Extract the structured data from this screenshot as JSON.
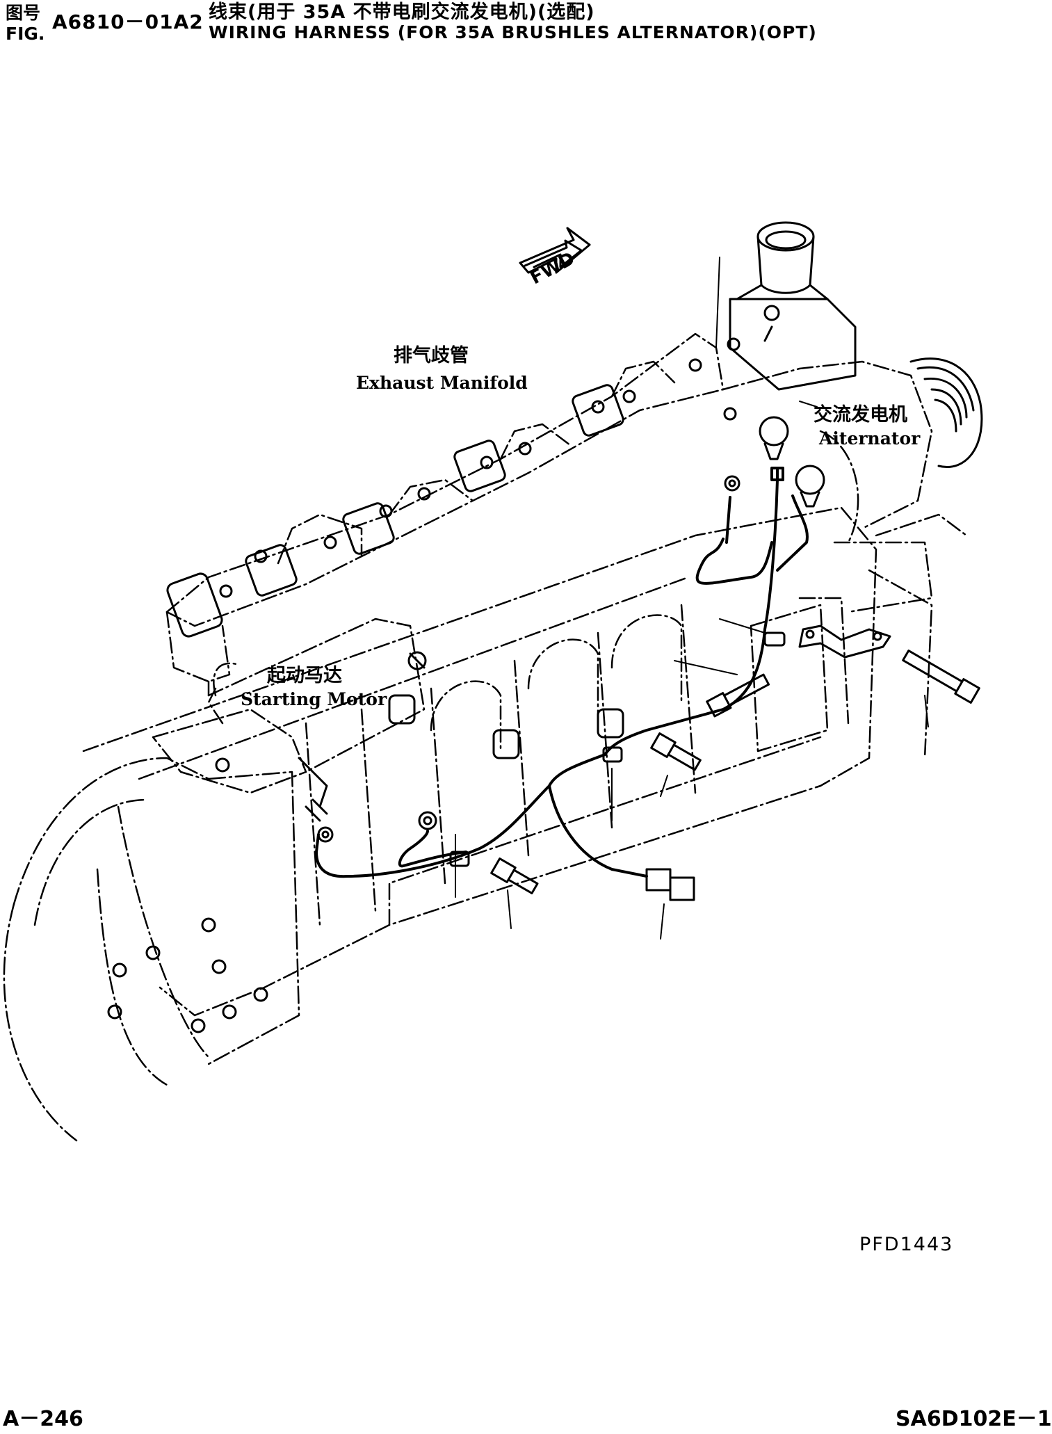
{
  "header": {
    "fig_label_cn": "图号",
    "fig_label_en": "FIG.",
    "fig_number": "A6810－01A2",
    "title_cn": "线束(用于 35A 不带电刷交流发电机)(选配)",
    "title_en": "WIRING HARNESS (FOR 35A BRUSHLES ALTERNATOR)(OPT)"
  },
  "diagram": {
    "direction_arrow": "FWD",
    "labels": {
      "exhaust_manifold_cn": "排气歧管",
      "exhaust_manifold_en": "Exhaust Manifold",
      "alternator_cn": "交流发电机",
      "alternator_en": "Aiternator",
      "starting_motor_cn": "起动马达",
      "starting_motor_en": "Starting Motor"
    }
  },
  "footer": {
    "drawing_code": "PFD1443",
    "page_number": "A－246",
    "model_code": "SA6D102E－1"
  }
}
